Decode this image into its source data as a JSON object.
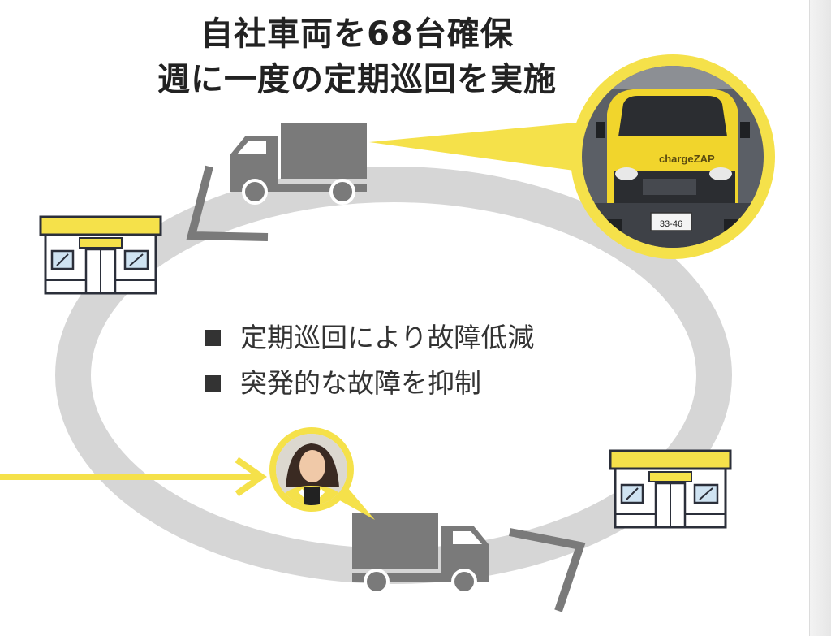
{
  "title": {
    "line1": "自社車両を68台確保",
    "line2": "週に一度の定期巡回を実施"
  },
  "bullets": [
    "定期巡回により故障低減",
    "突発的な故障を抑制"
  ],
  "photo": {
    "van_brand": "chargeZAP",
    "plate_number": "33-46"
  },
  "colors": {
    "accent_yellow": "#f5e14a",
    "loop_gray": "#d6d6d6",
    "truck_gray": "#7a7a7a",
    "text_dark": "#222222"
  },
  "icons": [
    "truck-icon",
    "store-icon",
    "van-photo",
    "staff-photo",
    "arrow-icon"
  ]
}
